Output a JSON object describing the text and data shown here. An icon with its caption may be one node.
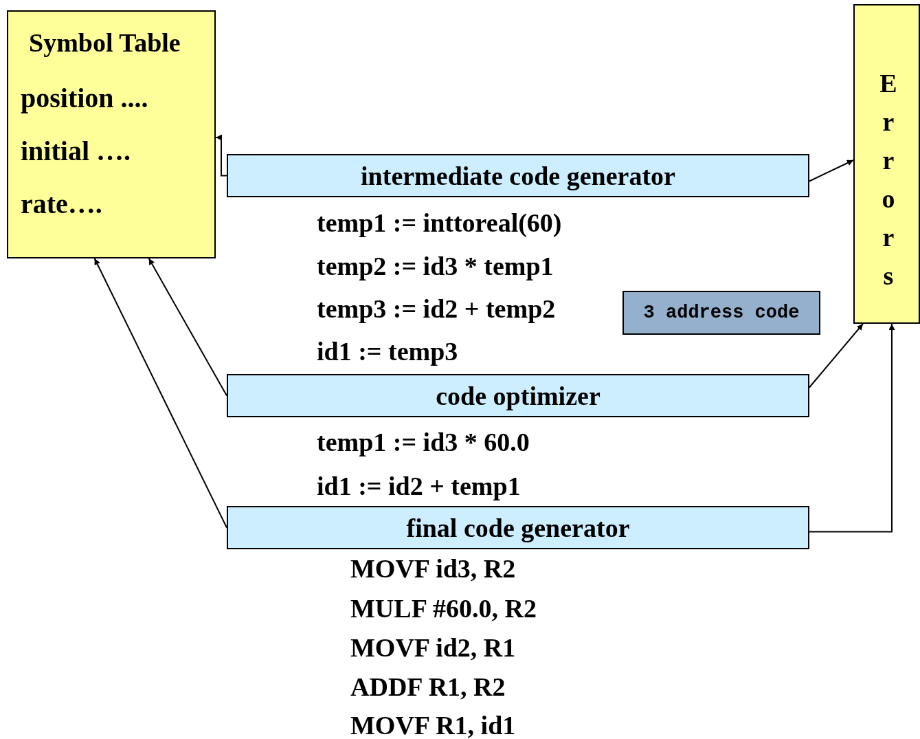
{
  "diagram": {
    "nodes": [
      {
        "text": [
          "Symbol Table",
          "position ....",
          "initial ….",
          "rate…."
        ]
      },
      {
        "text": [
          "Errors"
        ]
      },
      {
        "text": [
          "intermediate code generator"
        ]
      },
      {
        "text": [
          "code optimizer"
        ]
      },
      {
        "text": [
          "final code generator"
        ]
      },
      {
        "text": [
          "3 address code"
        ]
      }
    ],
    "edges": [
      {
        "from": 2,
        "to": 0,
        "arrow": "to"
      },
      {
        "from": 2,
        "to": 1,
        "arrow": "to"
      },
      {
        "from": 3,
        "to": 0,
        "arrow": "to"
      },
      {
        "from": 3,
        "to": 1,
        "arrow": "to"
      },
      {
        "from": 4,
        "to": 0,
        "arrow": "to"
      },
      {
        "from": 4,
        "to": 1,
        "arrow": "to"
      }
    ],
    "labels": [
      "temp1 := inttoreal(60)",
      "temp2 := id3 * temp1",
      "temp3 := id2 + temp2",
      "id1 := temp3",
      "temp1 := id3 * 60.0",
      "id1 := id2 + temp1",
      "MOVF id3, R2",
      "MULF #60.0, R2",
      "MOVF id2, R1",
      "ADDF R1, R2",
      "MOVF R1, id1"
    ]
  }
}
